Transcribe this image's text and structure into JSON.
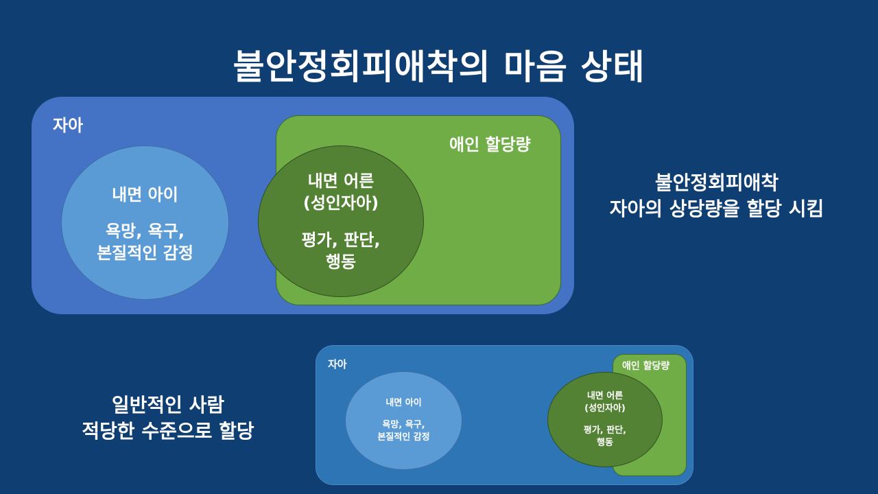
{
  "title": "불안정회피애착의 마음 상태",
  "top_diagram": {
    "self_label": "자아",
    "lover_label": "애인 할당량",
    "inner_child": {
      "name": "내면 아이",
      "desc_line1": "욕망, 욕구,",
      "desc_line2": "본질적인 감정"
    },
    "inner_adult": {
      "name_line1": "내면 어른",
      "name_line2": "(성인자아)",
      "desc_line1": "평가, 판단,",
      "desc_line2": "행동"
    }
  },
  "top_caption": {
    "line1": "불안정회피애착",
    "line2": "자아의 상당량을 할당 시킴"
  },
  "bottom_caption": {
    "line1": "일반적인 사람",
    "line2": "적당한 수준으로 할당"
  },
  "bottom_diagram": {
    "self_label": "자아",
    "lover_label": "애인 할당량",
    "inner_child": {
      "name": "내면 아이",
      "desc_line1": "욕망, 욕구,",
      "desc_line2": "본질적인 감정"
    },
    "inner_adult": {
      "name_line1": "내면 어른",
      "name_line2": "(성인자아)",
      "desc_line1": "평가, 판단,",
      "desc_line2": "행동"
    }
  },
  "colors": {
    "background": "#0e3e72",
    "self_top": "#4472c4",
    "self_bottom": "#2e75b6",
    "lover": "#70ad47",
    "inner_child": "#5b9bd5",
    "inner_adult": "#548235",
    "text": "#ffffff"
  }
}
